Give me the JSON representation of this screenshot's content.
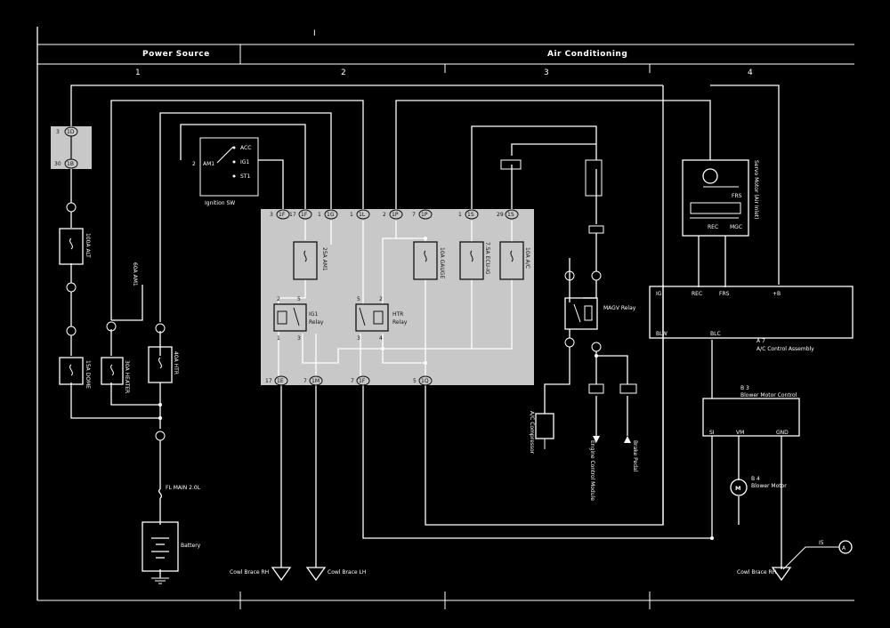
{
  "header": {
    "page_marker": "I",
    "sections": [
      {
        "title": "Power Source",
        "columns": [
          "1"
        ]
      },
      {
        "title": "Air Conditioning",
        "columns": [
          "2",
          "3",
          "4"
        ]
      }
    ]
  },
  "junction_block": {
    "connectors_top": [
      "1F",
      "1F",
      "1G",
      "1L",
      "1P",
      "1P",
      "1S",
      "1S"
    ],
    "pins_top": [
      "3",
      "17",
      "1",
      "1",
      "2",
      "7",
      "1",
      "29"
    ],
    "connectors_bottom": [
      "1E",
      "1M",
      "1F",
      "1Q"
    ],
    "pins_bottom": [
      "17",
      "7",
      "7",
      "5"
    ],
    "fuses": [
      "25A AM1",
      "10A GAUGE",
      "7.5A ECU-IG",
      "10A A/C"
    ],
    "relays": [
      {
        "name": "IG1",
        "sub": "Relay",
        "pins": [
          "2",
          "5",
          "1",
          "3"
        ]
      },
      {
        "name": "HTR",
        "sub": "Relay",
        "pins": [
          "5",
          "2",
          "3",
          "4"
        ]
      }
    ]
  },
  "ignition_switch": {
    "label": "Ignition SW",
    "positions": [
      "ACC",
      "IG1",
      "ST1"
    ],
    "pin": "AM1",
    "pin_no": "2"
  },
  "power_source": {
    "connectors": [
      "1D",
      "1B"
    ],
    "connector_pins": [
      "3",
      "30"
    ],
    "fuses": [
      "100A ALT",
      "30A HEATER",
      "60A AM1",
      "15A DOME",
      "40A HTR"
    ],
    "fusible_link": "FL MAIN 2.0L",
    "battery": "Battery",
    "ground_labels": [
      "Cowl Brace RH",
      "Cowl Brace LH",
      "Cowl Brace RH"
    ]
  },
  "right_side": {
    "relay": "MAGV Relay",
    "compressor": "A/C Compressor",
    "inputs": [
      "Engine Control Module",
      "Brake Pedal"
    ],
    "amplifier": "A/C Control Assembly",
    "amplifier_pins": [
      "IG",
      "REC",
      "FRS",
      "+B",
      "BLW",
      "BLC"
    ],
    "amplifier_connector": "A 7",
    "servo": "Servo Motor (Air Inlet)",
    "servo_pins": [
      "REC",
      "FRS",
      "MGC"
    ],
    "blower_control": "Blower Motor Control",
    "blower_control_connector": "B 3",
    "blower_control_pins": [
      "SI",
      "VM",
      "GND"
    ],
    "blower_motor": "Blower Motor",
    "blower_motor_connector": "B 4",
    "link_marker": "A",
    "link_label": "I5"
  }
}
